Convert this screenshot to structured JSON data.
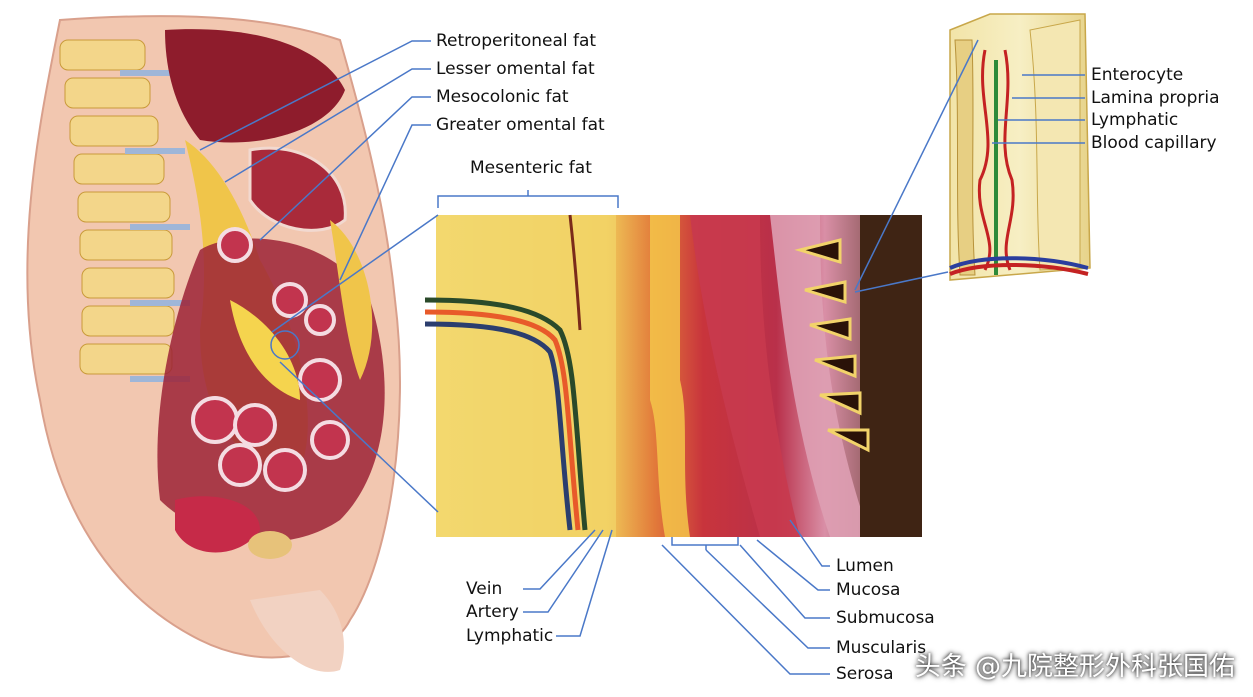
{
  "labels": {
    "retroperitoneal": "Retroperitoneal fat",
    "lesser_omental": "Lesser omental fat",
    "mesocolonic": "Mesocolonic fat",
    "greater_omental": "Greater omental fat",
    "mesenteric": "Mesenteric fat",
    "enterocyte": "Enterocyte",
    "lamina_propria": "Lamina propria",
    "lymphatic_villus": "Lymphatic",
    "blood_capillary": "Blood capillary",
    "vein": "Vein",
    "artery": "Artery",
    "lymphatic_vessel": "Lymphatic",
    "lumen": "Lumen",
    "mucosa": "Mucosa",
    "submucosa": "Submucosa",
    "muscularis": "Muscularis",
    "serosa": "Serosa"
  },
  "watermark": "头条 @九院整形外科张国佑",
  "colors": {
    "leader": "#4a78c8",
    "fat": "#f0c54a",
    "tissue_red": "#b0203a",
    "skin": "#f2c7b0",
    "bone": "#f3d68a"
  }
}
